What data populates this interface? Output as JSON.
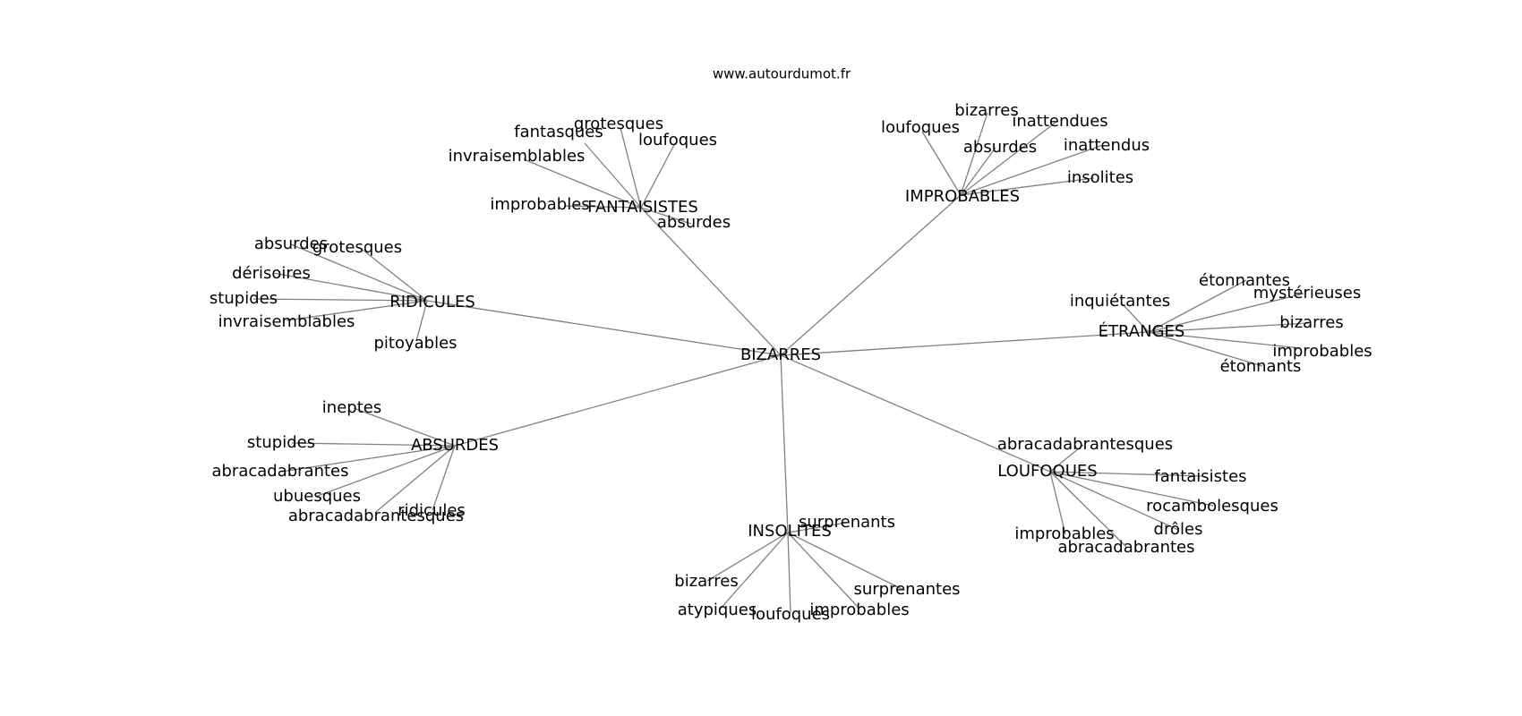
{
  "site": "www.autourdumot.fr",
  "colors": {
    "edge": "#808080",
    "text": "#000000",
    "background": "#ffffff"
  },
  "graph": {
    "root": "BIZARRES",
    "groups": [
      {
        "id": "fantaisistes",
        "label": "FANTAISISTES",
        "leaves": [
          "grotesques",
          "fantasques",
          "loufoques",
          "invraisemblables",
          "improbables",
          "absurdes"
        ]
      },
      {
        "id": "improbables",
        "label": "IMPROBABLES",
        "leaves": [
          "bizarres",
          "loufoques",
          "inattendues",
          "absurdes",
          "inattendus",
          "insolites"
        ]
      },
      {
        "id": "ridicules",
        "label": "RIDICULES",
        "leaves": [
          "absurdes",
          "grotesques",
          "dérisoires",
          "stupides",
          "invraisemblables",
          "pitoyables"
        ]
      },
      {
        "id": "etranges",
        "label": "ÉTRANGES",
        "leaves": [
          "étonnantes",
          "inquiétantes",
          "mystérieuses",
          "bizarres",
          "improbables",
          "étonnants"
        ]
      },
      {
        "id": "absurdes",
        "label": "ABSURDES",
        "leaves": [
          "ineptes",
          "stupides",
          "abracadabrantes",
          "ubuesques",
          "ridicules",
          "abracadabrantesques"
        ]
      },
      {
        "id": "loufoques",
        "label": "LOUFOQUES",
        "leaves": [
          "abracadabrantesques",
          "fantaisistes",
          "rocambolesques",
          "drôles",
          "improbables",
          "abracadabrantes"
        ]
      },
      {
        "id": "insolites",
        "label": "INSOLITES",
        "leaves": [
          "surprenants",
          "bizarres",
          "surprenantes",
          "atypiques",
          "loufoques",
          "improbables"
        ]
      }
    ]
  }
}
